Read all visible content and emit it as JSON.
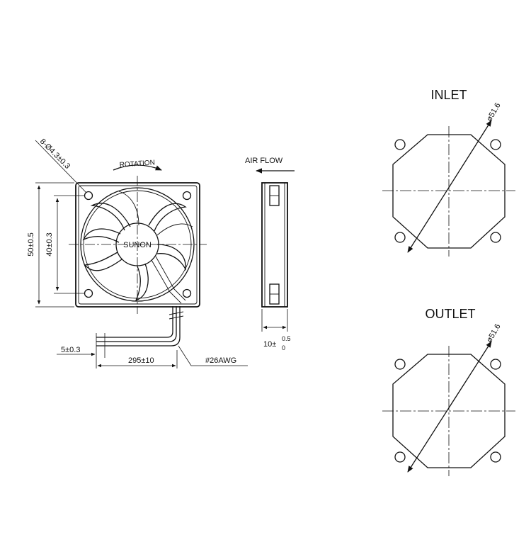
{
  "front_view": {
    "hole_spec": "8-Ø4.3±0.3",
    "rotation_label": "ROTATION",
    "brand": "SUNON",
    "height_outer": "50±0.5",
    "height_inner": "40±0.3",
    "strip_length": "5±0.3",
    "lead_length": "295±10",
    "wire_gauge": "#26AWG"
  },
  "side_view": {
    "airflow_label": "AIR FLOW",
    "thickness_base": "10±",
    "thickness_upper": "0.5",
    "thickness_lower": "0"
  },
  "inlet_view": {
    "title": "INLET",
    "diameter": "ø51.6"
  },
  "outlet_view": {
    "title": "OUTLET",
    "diameter": "ø51.6"
  }
}
